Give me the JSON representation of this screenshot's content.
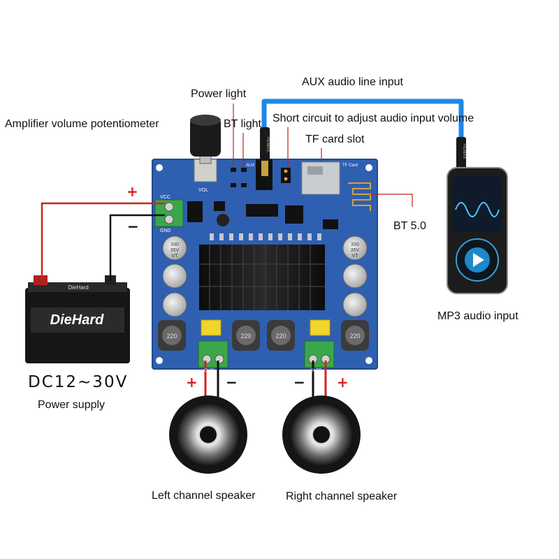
{
  "labels": {
    "power_light": "Power light",
    "aux_input": "AUX audio line input",
    "volume_pot": "Amplifier volume potentiometer",
    "bt_light": "BT light",
    "short_circuit": "Short circuit to adjust audio input volume",
    "tf_slot": "TF card slot",
    "bt5": "BT 5.0",
    "mp3_input": "MP3 audio input",
    "dc_range": "DC12~30V",
    "power_supply": "Power supply",
    "left_speaker": "Left channel speaker",
    "right_speaker": "Right channel speaker"
  },
  "board": {
    "vcc": "VCC",
    "gnd": "GND",
    "vol": "VOL",
    "aux": "AUX",
    "tf": "TF Card",
    "outl": "OUTL",
    "outr": "OUTR",
    "cap_text": [
      "330",
      "35V",
      "VT"
    ],
    "inductor": "220"
  },
  "battery": {
    "brand": "DieHard",
    "top_label": "DieHard"
  },
  "cable_brand": "REMAX",
  "signs": {
    "plus": "+",
    "minus": "−"
  },
  "colors": {
    "board": "#2f5fb0",
    "wire_red": "#d42020",
    "wire_black": "#111111",
    "aux_cable": "#1e88e5"
  }
}
